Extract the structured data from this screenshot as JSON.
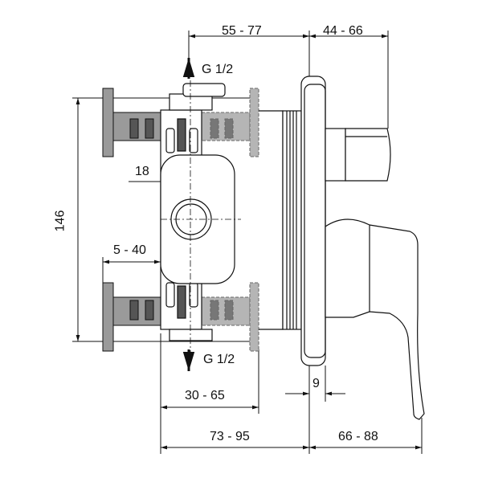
{
  "dimensions": {
    "top_left": "55 - 77",
    "top_right": "44 - 66",
    "height": "146",
    "inlet_offset": "18",
    "wall_range": "5 - 40",
    "depth_body": "30 - 65",
    "plate_gap": "9",
    "bottom_left": "73 - 95",
    "bottom_right": "66 - 88"
  },
  "connections": {
    "top": "G 1/2",
    "bottom": "G 1/2"
  },
  "colors": {
    "line": "#111111",
    "fill_grey": "#9a9a9a",
    "dark_grey": "#555555"
  }
}
